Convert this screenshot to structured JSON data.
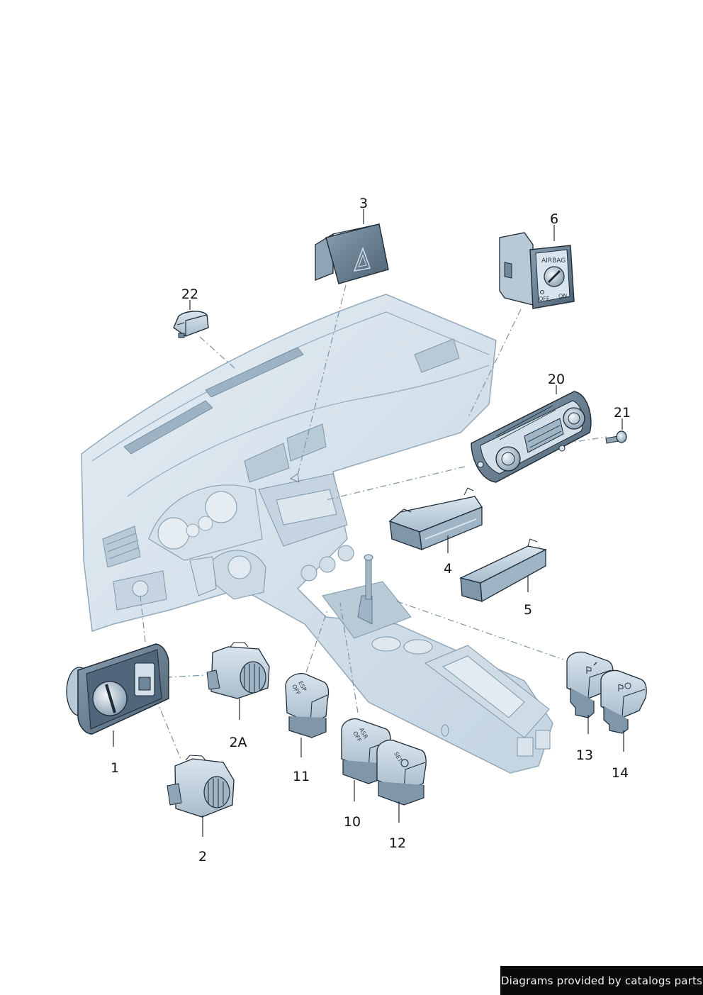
{
  "parts": {
    "p1": "1",
    "p2": "2",
    "p2a": "2A",
    "p3": "3",
    "p4": "4",
    "p5": "5",
    "p6": "6",
    "p10": "10",
    "p11": "11",
    "p12": "12",
    "p13": "13",
    "p14": "14",
    "p20": "20",
    "p21": "21",
    "p22": "22"
  },
  "labels": {
    "airbag": "AIRBAG",
    "off": "OFF",
    "on": "ON",
    "esp_line1": "ESP",
    "esp_line2": "OFF",
    "asr_line1": "ASR",
    "asr_line2": "OFF",
    "set": "SET"
  },
  "credit": "Diagrams provided by catalogs parts",
  "colors": {
    "part_fill": "#c9d8e4",
    "part_dark": "#6f8799",
    "outline": "#1e2a36",
    "leader": "#7b93a6"
  }
}
